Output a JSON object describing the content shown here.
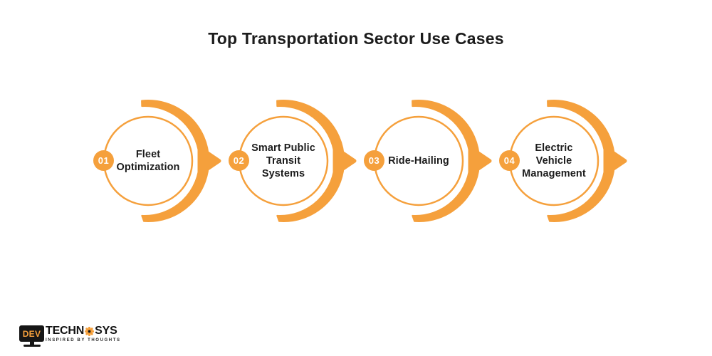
{
  "title": "Top Transportation Sector Use Cases",
  "accent_color": "#F5A03C",
  "text_color": "#1c1c1c",
  "items": [
    {
      "number": "01",
      "label": "Fleet\nOptimization"
    },
    {
      "number": "02",
      "label": "Smart Public\nTransit\nSystems"
    },
    {
      "number": "03",
      "label": "Ride-Hailing"
    },
    {
      "number": "04",
      "label": "Electric\nVehicle\nManagement"
    }
  ],
  "logo": {
    "monitor_text": "DEV",
    "brand_prefix": "TECHN",
    "brand_suffix": "SYS",
    "tagline": "INSPIRED BY THOUGHTS"
  }
}
